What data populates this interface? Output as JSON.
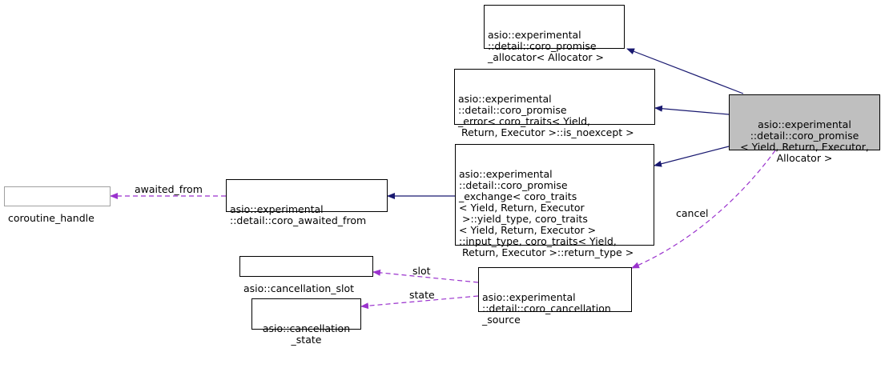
{
  "nodes": {
    "coro_promise": "asio::experimental\n::detail::coro_promise\n< Yield, Return, Executor,\nAllocator >",
    "promise_allocator": "asio::experimental\n::detail::coro_promise\n_allocator< Allocator >",
    "promise_error": "asio::experimental\n::detail::coro_promise\n_error< coro_traits< Yield,\n Return, Executor >::is_noexcept >",
    "promise_exchange": "asio::experimental\n::detail::coro_promise\n_exchange< coro_traits\n< Yield, Return, Executor\n >::yield_type, coro_traits\n< Yield, Return, Executor >\n::input_type, coro_traits< Yield,\n Return, Executor >::return_type >",
    "coro_awaited_from": "asio::experimental\n::detail::coro_awaited_from",
    "coroutine_handle": "coroutine_handle",
    "coro_cancellation_source": "asio::experimental\n::detail::coro_cancellation\n_source",
    "cancellation_slot": "asio::cancellation_slot",
    "cancellation_state": "asio::cancellation\n_state"
  },
  "edge_labels": {
    "awaited_from": "awaited_from",
    "cancel": "cancel",
    "slot": "slot",
    "state": "state"
  },
  "colors": {
    "inheritance_edge": "#191970",
    "usage_edge": "#9a32cd",
    "highlight_fill": "#bfbfbf"
  }
}
